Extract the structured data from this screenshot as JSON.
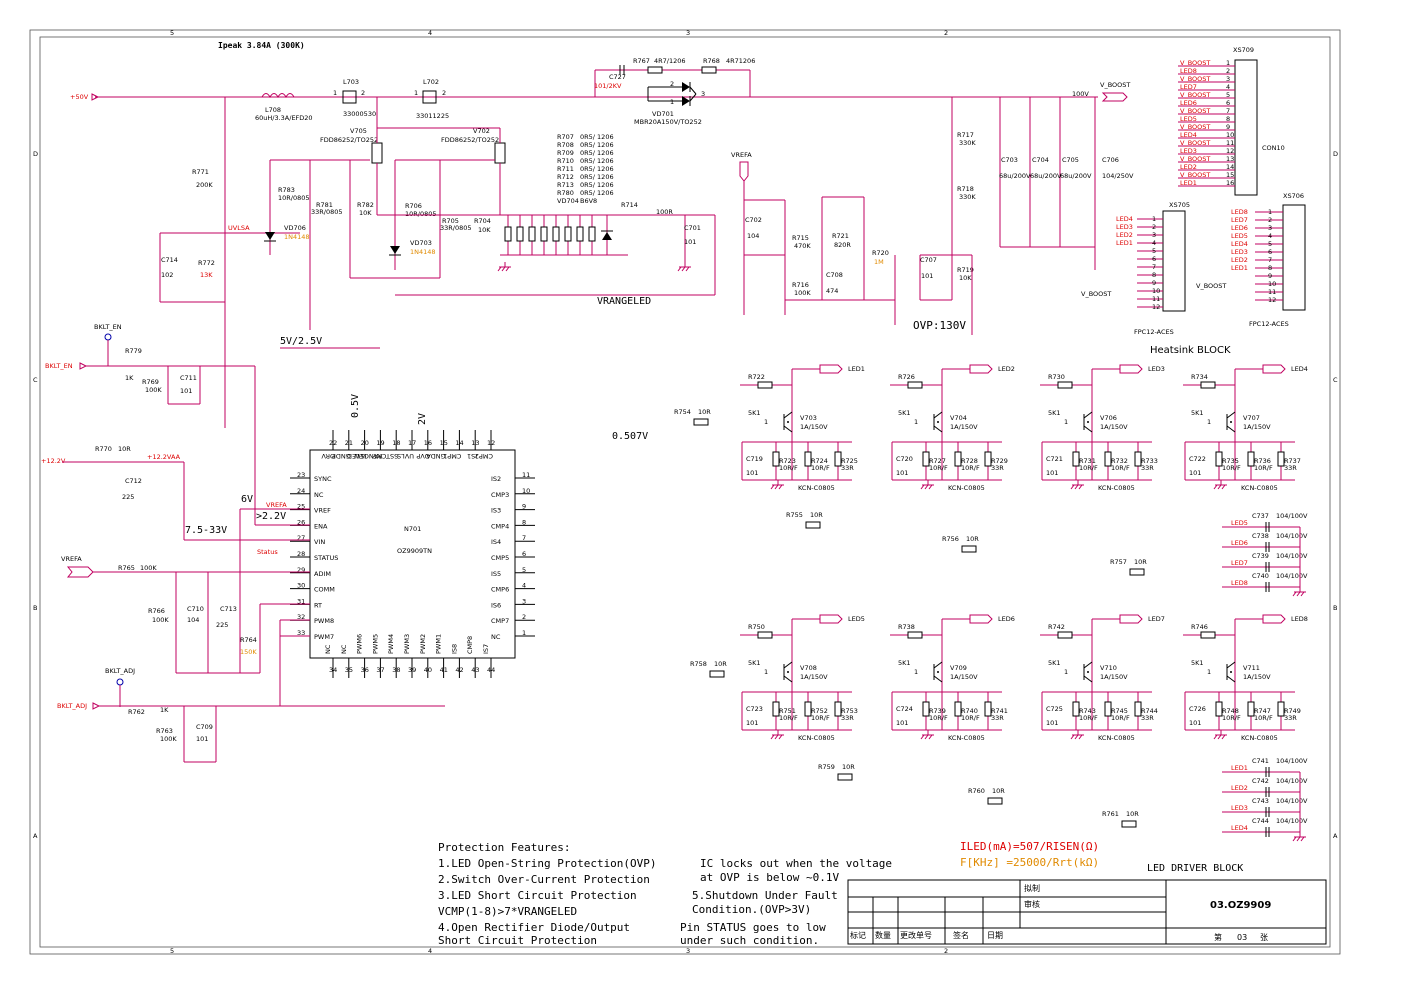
{
  "header": {
    "ipeak_note": "Ipeak 3.84A (300K)",
    "top_ruler": [
      "5",
      "4",
      "3",
      "2"
    ],
    "bottom_ruler": [
      "5",
      "4",
      "3",
      "2"
    ],
    "left_ruler": [
      "D",
      "C",
      "B",
      "A"
    ],
    "right_ruler": [
      "D",
      "C",
      "B",
      "A"
    ]
  },
  "nets": {
    "plus50v": "+50V",
    "plus12v": "+12.2V",
    "plus12vaa": "+12.2VAA",
    "bklt_en": "BKLT_EN",
    "bklt_en_net": "BKLT_EN",
    "bklt_adj": "BKLT_ADJ",
    "bklt_adj_net": "BKLT_ADJ",
    "vrefa": "VREFA",
    "vrefa_top": "VREFA",
    "vrefa_pin": "VREFA",
    "status_pin": "Status",
    "uvlsa": "UVLSA",
    "vboost": "V_BOOST",
    "vboost_100v": "100V",
    "vboost_xs705": "V_BOOST",
    "vboost_xs706": "V_BOOST",
    "vrangeled": "VRANGELED",
    "ovp_note": "OVP:130V",
    "v_5v_25v": "5V/2.5V",
    "v_05v": "0.5V",
    "v_2v": "2V",
    "v_0507v": "0.507V",
    "v_6v": "6V",
    "v_22v": ">2.2V",
    "v_75_33v": "7.5-33V"
  },
  "components": {
    "L708": "L708",
    "L708_val": "60uH/3.3A/EFD20",
    "L703": "L703",
    "L703_val": "33000530",
    "L702": "L702",
    "L702_val": "33011225",
    "C727": "C727",
    "C727_val": "101/2KV",
    "R767": "R767",
    "R767_val": "4R7/1206",
    "R768": "R768",
    "R768_val": "4R71206",
    "VD701": "VD701",
    "VD701_val": "MBR20A150V/TO252",
    "V705": "V705",
    "V705_val": "FDD86252/TO252",
    "V702": "V702",
    "V702_val": "FDD86252/TO252",
    "R771": "R771",
    "R771_val": "200K",
    "R772": "R772",
    "R772_val": "13K",
    "C714": "C714",
    "C714_val": "102",
    "R783": "R783",
    "R783_val": "10R/0805",
    "R781": "R781",
    "R781_val": "33R/0805",
    "R782": "R782",
    "R782_val": "10K",
    "R706": "R706",
    "R706_val": "10R/0805",
    "R705": "R705",
    "R705_val": "33R/0805",
    "R704": "R704",
    "R704_val": "10K",
    "VD706": "VD706",
    "VD706_val": "1N4148",
    "VD703": "VD703",
    "VD703_val": "1N4148",
    "R714": "R714",
    "R714_val": "100R",
    "C701": "C701",
    "C701_val": "101",
    "C702": "C702",
    "C702_val": "104",
    "R715": "R715",
    "R715_val": "470K",
    "R716": "R716",
    "R716_val": "100K",
    "R721": "R721",
    "R721_val": "820R",
    "C708": "C708",
    "C708_val": "474",
    "R720": "R720",
    "R720_val": "1M",
    "C707": "C707",
    "C707_val": "101",
    "R717": "R717",
    "R717_val": "330K",
    "R718": "R718",
    "R718_val": "330K",
    "R719": "R719",
    "R719_val": "10K",
    "C703": "C703",
    "C703_val": "68u/200V",
    "C704": "C704",
    "C704_val": "68u/200V",
    "C705": "C705",
    "C705_val": "68u/200V",
    "C706": "C706",
    "C706_val": "104/250V",
    "R779": "R779",
    "R779_val": "1K",
    "R769": "R769",
    "R769_val": "100K",
    "C711": "C711",
    "C711_val": "101",
    "R770": "R770",
    "R770_val": "10R",
    "C712": "C712",
    "C712_val": "225",
    "R765": "R765",
    "R765_val": "100K",
    "R766": "R766",
    "R766_val": "100K",
    "C710": "C710",
    "C710_val": "104",
    "C713": "C713",
    "C713_val": "225",
    "R764": "R764",
    "R764_val": "150K",
    "R762": "R762",
    "R762_val": "1K",
    "R763": "R763",
    "R763_val": "100K",
    "C709": "C709",
    "C709_val": "101"
  },
  "res_table": [
    {
      "ref": "R707",
      "val": "0R5/ 1206"
    },
    {
      "ref": "R708",
      "val": "0R5/ 1206"
    },
    {
      "ref": "R709",
      "val": "0R5/ 1206"
    },
    {
      "ref": "R710",
      "val": "0R5/ 1206"
    },
    {
      "ref": "R711",
      "val": "0R5/ 1206"
    },
    {
      "ref": "R712",
      "val": "0R5/ 1206"
    },
    {
      "ref": "R713",
      "val": "0R5/ 1206"
    },
    {
      "ref": "R780",
      "val": "0R5/ 1206"
    },
    {
      "ref": "VD704",
      "val": "B6V8"
    }
  ],
  "ic": {
    "ref": "N701",
    "part": "OZ9909TN",
    "left_pins": [
      {
        "num": "23",
        "name": "SYNC"
      },
      {
        "num": "24",
        "name": "NC"
      },
      {
        "num": "25",
        "name": "VREF"
      },
      {
        "num": "26",
        "name": "ENA"
      },
      {
        "num": "27",
        "name": "VIN"
      },
      {
        "num": "28",
        "name": "STATUS"
      },
      {
        "num": "29",
        "name": "ADIM"
      },
      {
        "num": "30",
        "name": "COMM"
      },
      {
        "num": "31",
        "name": "RT"
      },
      {
        "num": "32",
        "name": "PWM8"
      },
      {
        "num": "33",
        "name": "PWM7"
      }
    ],
    "right_pins": [
      {
        "num": "11",
        "name": "IS2"
      },
      {
        "num": "10",
        "name": "CMP3"
      },
      {
        "num": "9",
        "name": "IS3"
      },
      {
        "num": "8",
        "name": "CMP4"
      },
      {
        "num": "7",
        "name": "IS4"
      },
      {
        "num": "6",
        "name": "CMP5"
      },
      {
        "num": "5",
        "name": "IS5"
      },
      {
        "num": "4",
        "name": "CMP6"
      },
      {
        "num": "3",
        "name": "IS6"
      },
      {
        "num": "2",
        "name": "CMP7"
      },
      {
        "num": "1",
        "name": "NC"
      }
    ],
    "top_pins": [
      {
        "num": "22",
        "name": "DRV"
      },
      {
        "num": "21",
        "name": "GNDP"
      },
      {
        "num": "20",
        "name": "ISW"
      },
      {
        "num": "19",
        "name": "RANGELED"
      },
      {
        "num": "18",
        "name": "SSTCMP"
      },
      {
        "num": "17",
        "name": "UVLS"
      },
      {
        "num": "16",
        "name": "OVP"
      },
      {
        "num": "15",
        "name": "GNDA"
      },
      {
        "num": "14",
        "name": "CMP1"
      },
      {
        "num": "13",
        "name": "IS1"
      },
      {
        "num": "12",
        "name": "CMP2"
      }
    ],
    "bottom_pins": [
      {
        "num": "34",
        "name": "NC"
      },
      {
        "num": "35",
        "name": "NC"
      },
      {
        "num": "36",
        "name": "PWM6"
      },
      {
        "num": "37",
        "name": "PWM5"
      },
      {
        "num": "38",
        "name": "PWM4"
      },
      {
        "num": "39",
        "name": "PWM3"
      },
      {
        "num": "40",
        "name": "PWM2"
      },
      {
        "num": "41",
        "name": "PWM1"
      },
      {
        "num": "42",
        "name": "IS8"
      },
      {
        "num": "43",
        "name": "CMP8"
      },
      {
        "num": "44",
        "name": "IS7"
      }
    ]
  },
  "channels_top": [
    {
      "rb": "R722",
      "rb_val": "5K1",
      "q": "V703",
      "q_val": "1A/150V",
      "led": "LED1",
      "c": "C719",
      "c_val": "101",
      "rs1": "R723",
      "rs2": "R724",
      "rs3": "R725",
      "rs_val": "10R/F",
      "rs3_val": "33R",
      "kcn": "KCN-C0805",
      "rin": "R754",
      "rin_val": "10R"
    },
    {
      "rb": "R726",
      "rb_val": "5K1",
      "q": "V704",
      "q_val": "1A/150V",
      "led": "LED2",
      "c": "C720",
      "c_val": "101",
      "rs1": "R727",
      "rs2": "R728",
      "rs3": "R729",
      "rs_val": "10R/F",
      "rs3_val": "33R",
      "kcn": "KCN-C0805",
      "rin": "R755",
      "rin_val": "10R"
    },
    {
      "rb": "R730",
      "rb_val": "5K1",
      "q": "V706",
      "q_val": "1A/150V",
      "led": "LED3",
      "c": "C721",
      "c_val": "101",
      "rs1": "R731",
      "rs2": "R732",
      "rs3": "R733",
      "rs_val": "10R/F",
      "rs3_val": "33R",
      "kcn": "KCN-C0805",
      "rin": "R756",
      "rin_val": "10R"
    },
    {
      "rb": "R734",
      "rb_val": "5K1",
      "q": "V707",
      "q_val": "1A/150V",
      "led": "LED4",
      "c": "C722",
      "c_val": "101",
      "rs1": "R735",
      "rs2": "R736",
      "rs3": "R737",
      "rs_val": "10R/F",
      "rs3_val": "33R",
      "kcn": "KCN-C0805",
      "rin": "R757",
      "rin_val": "10R"
    }
  ],
  "channels_bottom": [
    {
      "rb": "R750",
      "rb_val": "5K1",
      "q": "V708",
      "q_val": "1A/150V",
      "led": "LED5",
      "c": "C723",
      "c_val": "101",
      "rs1": "R751",
      "rs2": "R752",
      "rs3": "R753",
      "rs_val": "10R/F",
      "rs3_val": "33R",
      "kcn": "KCN-C0805",
      "rin": "R758",
      "rin_val": "10R"
    },
    {
      "rb": "R738",
      "rb_val": "5K1",
      "q": "V709",
      "q_val": "1A/150V",
      "led": "LED6",
      "c": "C724",
      "c_val": "101",
      "rs1": "R739",
      "rs2": "R740",
      "rs3": "R741",
      "rs_val": "10R/F",
      "rs3_val": "33R",
      "kcn": "KCN-C0805",
      "rin": "R759",
      "rin_val": "10R"
    },
    {
      "rb": "R742",
      "rb_val": "5K1",
      "q": "V710",
      "q_val": "1A/150V",
      "led": "LED7",
      "c": "C725",
      "c_val": "101",
      "rs1": "R743",
      "rs2": "R745",
      "rs3": "R744",
      "rs_val": "10R/F",
      "rs3_val": "33R",
      "kcn": "KCN-C0805",
      "rin": "R760",
      "rin_val": "10R"
    },
    {
      "rb": "R746",
      "rb_val": "5K1",
      "q": "V711",
      "q_val": "1A/150V",
      "led": "LED8",
      "c": "C726",
      "c_val": "101",
      "rs1": "R748",
      "rs2": "R747",
      "rs3": "R749",
      "rs_val": "10R/F",
      "rs3_val": "33R",
      "kcn": "KCN-C0805",
      "rin": "R761",
      "rin_val": "10R"
    }
  ],
  "led_caps_top": [
    {
      "led": "LED5",
      "ref": "C737",
      "val": "104/100V"
    },
    {
      "led": "LED6",
      "ref": "C738",
      "val": "104/100V"
    },
    {
      "led": "LED7",
      "ref": "C739",
      "val": "104/100V"
    },
    {
      "led": "LED8",
      "ref": "C740",
      "val": "104/100V"
    }
  ],
  "led_caps_bottom": [
    {
      "led": "LED1",
      "ref": "C741",
      "val": "104/100V"
    },
    {
      "led": "LED2",
      "ref": "C742",
      "val": "104/100V"
    },
    {
      "led": "LED3",
      "ref": "C743",
      "val": "104/100V"
    },
    {
      "led": "LED4",
      "ref": "C744",
      "val": "104/100V"
    }
  ],
  "connectors": {
    "xs709": {
      "ref": "XS709",
      "part": "CON10",
      "pins": [
        {
          "num": "1",
          "net": "V_BOOST"
        },
        {
          "num": "2",
          "net": "LED8"
        },
        {
          "num": "3",
          "net": "V_BOOST"
        },
        {
          "num": "4",
          "net": "LED7"
        },
        {
          "num": "5",
          "net": "V_BOOST"
        },
        {
          "num": "6",
          "net": "LED6"
        },
        {
          "num": "7",
          "net": "V_BOOST"
        },
        {
          "num": "8",
          "net": "LED5"
        },
        {
          "num": "9",
          "net": "V_BOOST"
        },
        {
          "num": "10",
          "net": "LED4"
        },
        {
          "num": "11",
          "net": "V_BOOST"
        },
        {
          "num": "12",
          "net": "LED3"
        },
        {
          "num": "13",
          "net": "V_BOOST"
        },
        {
          "num": "14",
          "net": "LED2"
        },
        {
          "num": "15",
          "net": "V_BOOST"
        },
        {
          "num": "16",
          "net": "LED1"
        }
      ]
    },
    "xs705": {
      "ref": "XS705",
      "part": "FPC12-ACES",
      "pins": [
        {
          "num": "1",
          "net": "LED4"
        },
        {
          "num": "2",
          "net": "LED3"
        },
        {
          "num": "3",
          "net": "LED2"
        },
        {
          "num": "4",
          "net": "LED1"
        },
        {
          "num": "5",
          "net": ""
        },
        {
          "num": "6",
          "net": ""
        },
        {
          "num": "7",
          "net": ""
        },
        {
          "num": "8",
          "net": ""
        },
        {
          "num": "9",
          "net": ""
        },
        {
          "num": "10",
          "net": ""
        },
        {
          "num": "11",
          "net": ""
        },
        {
          "num": "12",
          "net": ""
        }
      ]
    },
    "xs706": {
      "ref": "XS706",
      "part": "FPC12-ACES",
      "pins": [
        {
          "num": "1",
          "net": "LED8"
        },
        {
          "num": "2",
          "net": "LED7"
        },
        {
          "num": "3",
          "net": "LED6"
        },
        {
          "num": "4",
          "net": "LED5"
        },
        {
          "num": "5",
          "net": "LED4"
        },
        {
          "num": "6",
          "net": "LED3"
        },
        {
          "num": "7",
          "net": "LED2"
        },
        {
          "num": "8",
          "net": "LED1"
        },
        {
          "num": "9",
          "net": ""
        },
        {
          "num": "10",
          "net": ""
        },
        {
          "num": "11",
          "net": ""
        },
        {
          "num": "12",
          "net": ""
        }
      ]
    },
    "heatsink_label": "Heatsink BLOCK"
  },
  "notes": {
    "protection_title": "Protection Features:",
    "p1": "1.LED Open-String Protection(OVP)",
    "p2": "2.Switch Over-Current Protection",
    "p3": "3.LED Short Circuit Protection",
    "p3b": "VCMP(1-8)>7*VRANGELED",
    "p4": "4.Open Rectifier Diode/Output",
    "p4b": "Short Circuit Protection",
    "ic_lock1": "IC locks out when the voltage",
    "ic_lock2": "at OVP is below ~0.1V",
    "p5": "5.Shutdown Under Fault",
    "p5b": "Condition.(OVP>3V)",
    "pin_status1": "Pin STATUS goes to low",
    "pin_status2": "under such condition.",
    "iled_formula": "ILED(mA)=507/RISEN(Ω)",
    "freq_formula": "F[KHz] =25000/Rrt(kΩ)",
    "block_title": "LED DRIVER BLOCK"
  },
  "title_block": {
    "drafted": "拟制",
    "checked": "审核",
    "drawing_no": "03.OZ9909",
    "sheet_prefix": "第",
    "sheet_no": "03",
    "sheet_suffix": "张",
    "col_mark": "标记",
    "col_qty": "数量",
    "col_change": "更改单号",
    "col_sign": "签名",
    "col_date": "日期"
  }
}
